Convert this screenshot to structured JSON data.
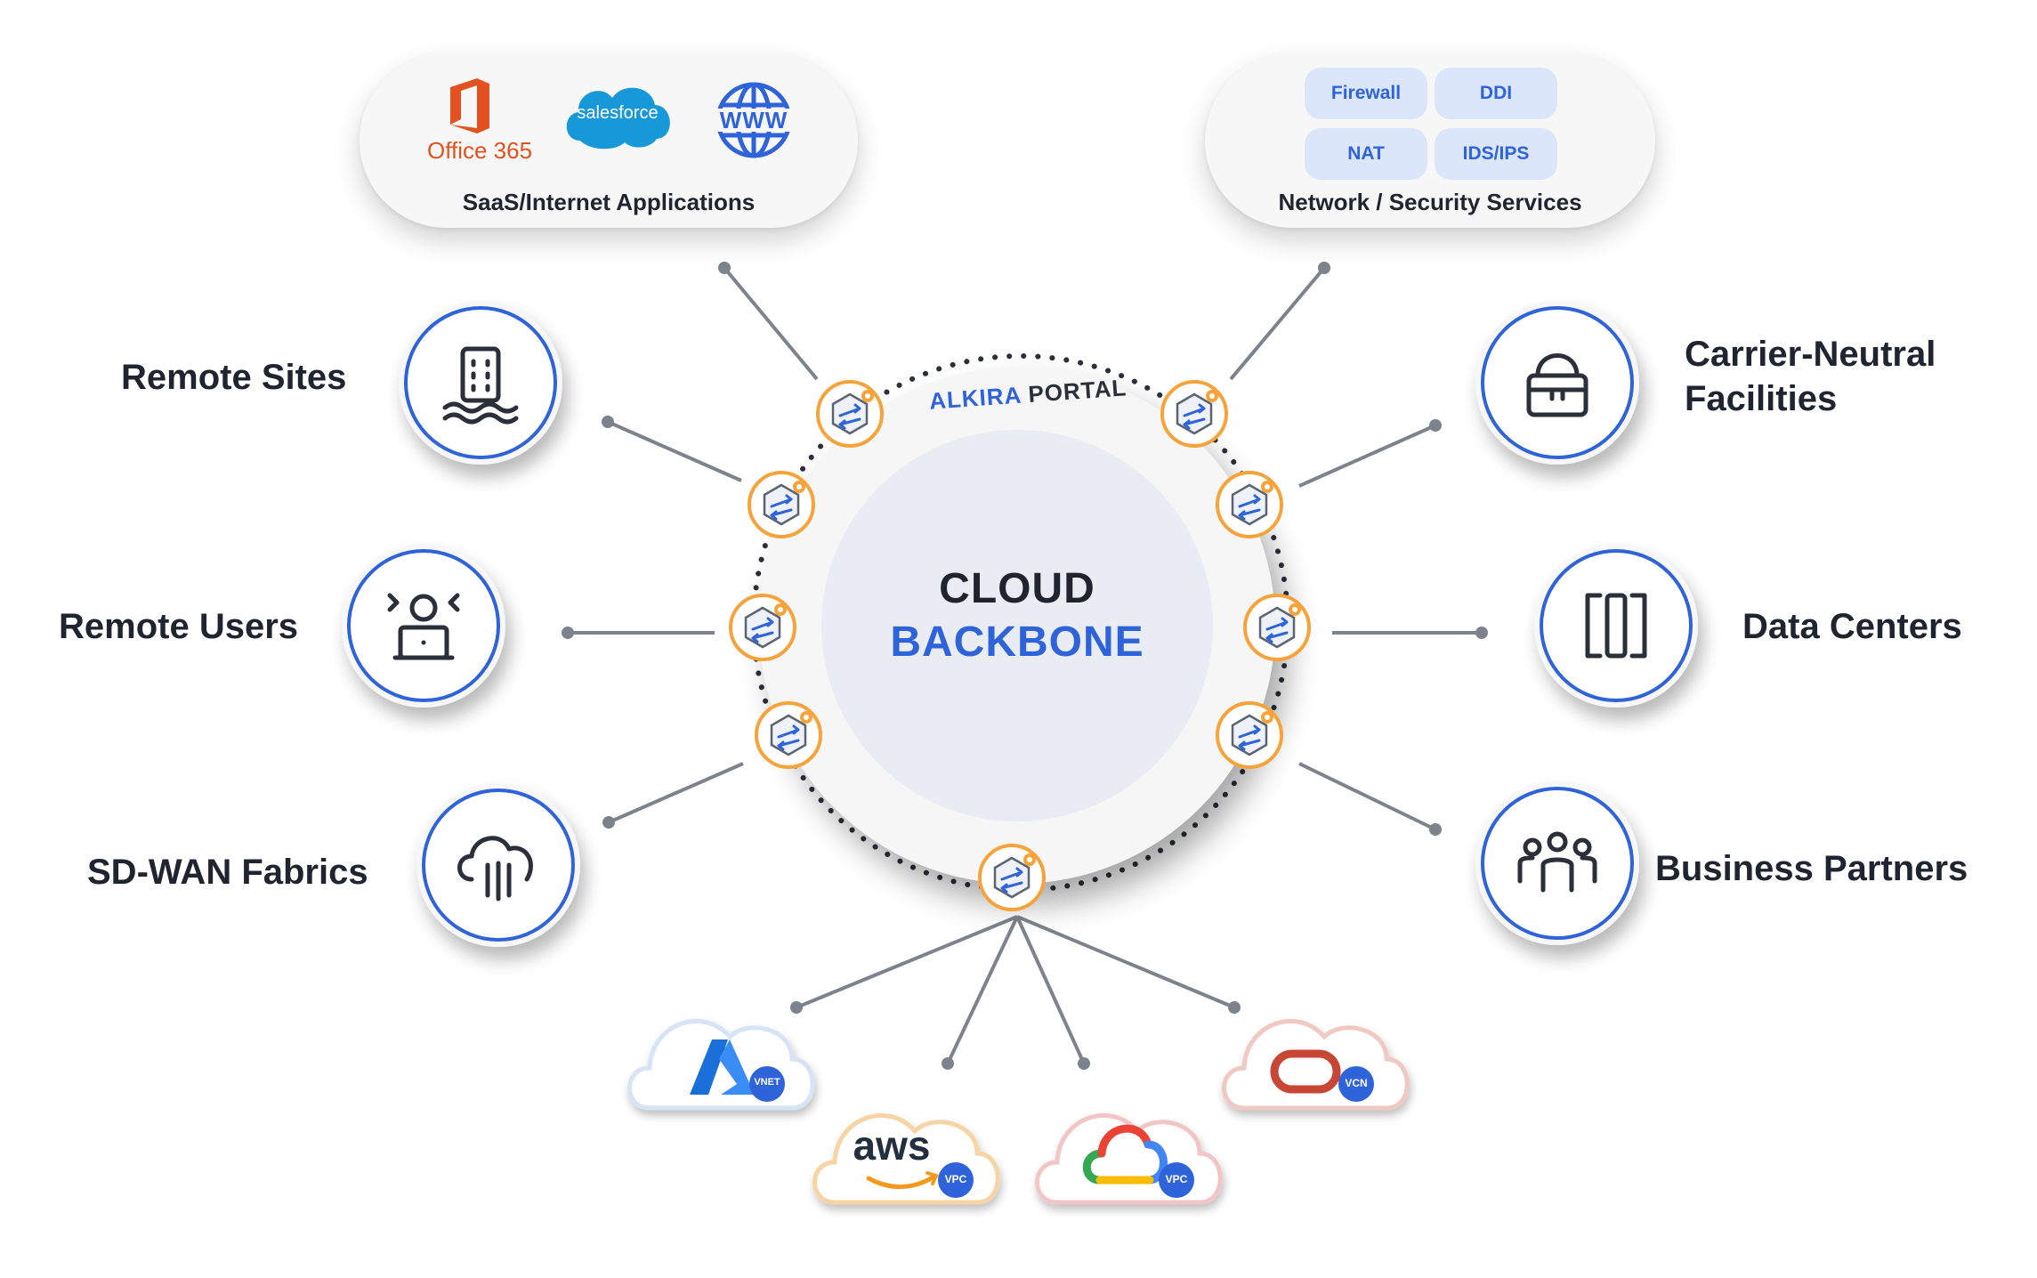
{
  "center": {
    "line1": "CLOUD",
    "line2": "BACKBONE",
    "portal_word1": "ALKIRA",
    "portal_word2": "PORTAL"
  },
  "saas": {
    "title": "SaaS/Internet Applications",
    "office_label": "Office 365",
    "salesforce_label": "salesforce",
    "www_label": "WWW"
  },
  "security": {
    "title": "Network / Security Services",
    "chips": [
      "Firewall",
      "DDI",
      "NAT",
      "IDS/IPS"
    ]
  },
  "left_nodes": {
    "remote_sites": "Remote Sites",
    "remote_users": "Remote Users",
    "sdwan": "SD-WAN Fabrics"
  },
  "right_nodes": {
    "carrier_line1": "Carrier-Neutral",
    "carrier_line2": "Facilities",
    "data_centers": "Data Centers",
    "business_partners": "Business Partners"
  },
  "clouds": {
    "azure_badge": "VNET",
    "aws_label": "aws",
    "aws_badge": "VPC",
    "gcp_badge": "VPC",
    "oracle_badge": "VCN"
  },
  "icons": [
    "office365-icon",
    "salesforce-icon",
    "globe-www-icon",
    "building-icon",
    "remote-user-icon",
    "sdwan-cloud-icon",
    "cloud-lock-icon",
    "data-center-icon",
    "partners-icon",
    "alkira-node-icon",
    "azure-icon",
    "aws-icon",
    "google-cloud-icon",
    "oracle-icon"
  ],
  "colors": {
    "accent_blue": "#2f63d9",
    "node_orange": "#f5a33a",
    "line_gray": "#7d838c",
    "text_dark": "#1f2430"
  }
}
